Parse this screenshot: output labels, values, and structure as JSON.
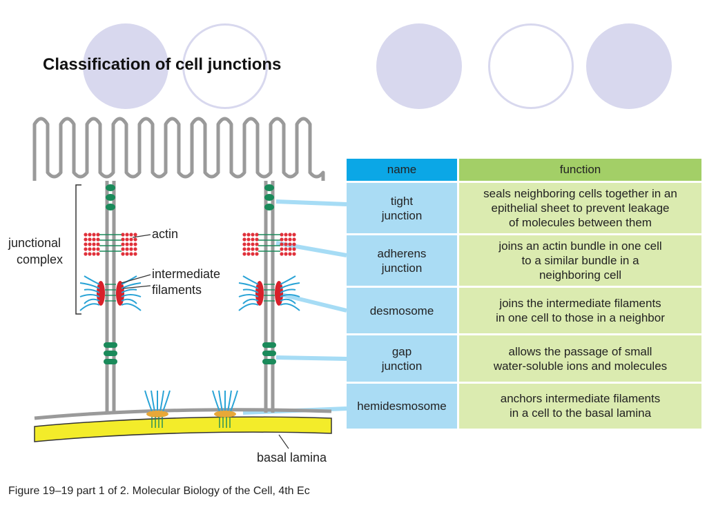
{
  "slide": {
    "title": "Classification of cell junctions"
  },
  "diagram": {
    "labels": {
      "junctional_complex_line1": "junctional",
      "junctional_complex_line2": "complex",
      "actin": "actin",
      "intermediate_filaments_line1": "intermediate",
      "intermediate_filaments_line2": "filaments",
      "basal_lamina": "basal lamina"
    },
    "colors": {
      "membrane": "#9a9a9a",
      "junction_green": "#1a8a5a",
      "actin_red": "#e0303a",
      "filament_blue": "#29a3d6",
      "plaque_red": "#d8202a",
      "hemidesmosome_orange": "#e8a838",
      "basal_lamina_yellow": "#f3ec2a",
      "pointer_blue": "#a6dcf5"
    },
    "caption": "Figure 19–19 part 1 of 2. Molecular Biology of the Cell, 4th Ec"
  },
  "table": {
    "header": {
      "name": "name",
      "function": "function"
    },
    "rows": [
      {
        "name": "tight\njunction",
        "function": "seals neighboring cells together in an\nepithelial sheet to prevent leakage\nof molecules between them"
      },
      {
        "name": "adherens\njunction",
        "function": "joins an actin bundle in one cell\nto a similar bundle in a\nneighboring cell"
      },
      {
        "name": "desmosome",
        "function": "joins the intermediate filaments\nin one cell to those in a neighbor"
      },
      {
        "name": "gap\njunction",
        "function": "allows the passage of small\nwater-soluble ions and molecules"
      },
      {
        "name": "hemidesmosome",
        "function": "anchors intermediate filaments\nin a cell to the basal lamina"
      }
    ],
    "colors": {
      "name_header": "#0ba7e6",
      "function_header": "#a3cf67",
      "name_cell": "#aadcf4",
      "function_cell": "#dbebb0"
    }
  }
}
